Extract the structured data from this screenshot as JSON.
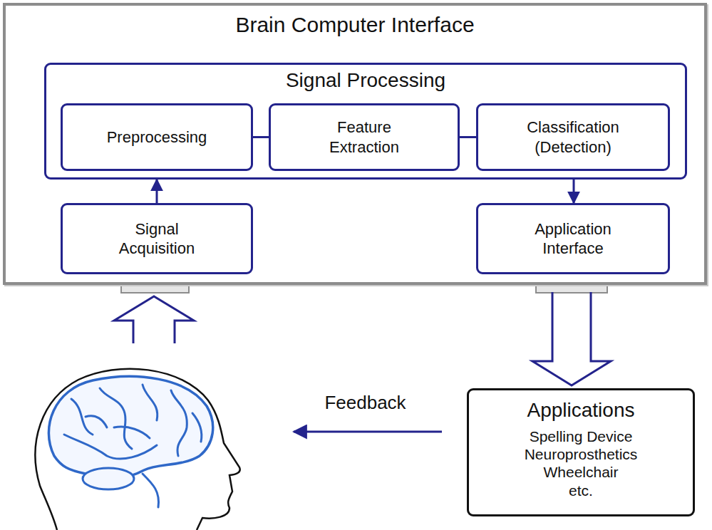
{
  "diagram": {
    "nodes": [
      {
        "text": [
          "Brain Computer Interface"
        ]
      },
      {
        "text": [
          "Signal Processing"
        ],
        "in": 0
      },
      {
        "text": [
          "Preprocessing"
        ],
        "in": 1
      },
      {
        "text": [
          "Feature Extraction"
        ],
        "in": 1
      },
      {
        "text": [
          "Classification (Detection)"
        ],
        "in": 1
      },
      {
        "text": [
          "Signal Acquisition"
        ],
        "in": 0
      },
      {
        "text": [
          "Application Interface"
        ],
        "in": 0
      },
      {
        "text": [
          "Applications",
          "Spelling Device",
          "Neuroprosthetics",
          "Wheelchair",
          "etc."
        ]
      }
    ],
    "edges": [
      {
        "from": 2,
        "to": 3,
        "arrow": "none"
      },
      {
        "from": 3,
        "to": 4,
        "arrow": "none"
      },
      {
        "from": 5,
        "to": 1,
        "arrow": "to"
      },
      {
        "from": 1,
        "to": 6,
        "arrow": "to"
      },
      {
        "from": 0,
        "to": 7,
        "arrow": "to"
      }
    ],
    "labels": [
      "Feedback"
    ]
  }
}
